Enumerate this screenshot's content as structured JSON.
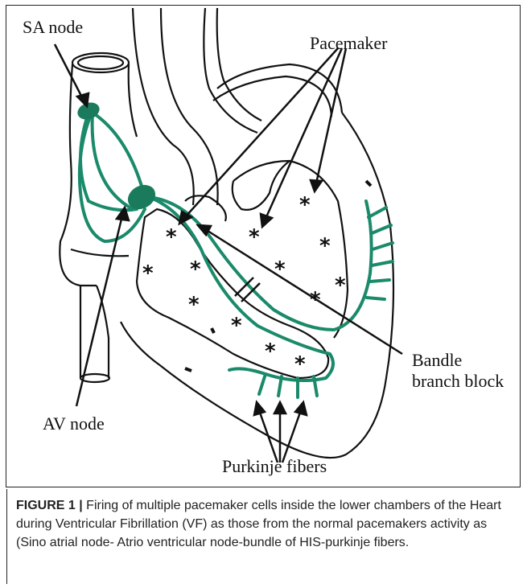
{
  "labels": {
    "sa_node": "SA node",
    "av_node": "AV node",
    "pacemaker": "Pacemaker",
    "bundle_block_line1": "Bandle",
    "bundle_block_line2": "branch block",
    "purkinje": "Purkinje fibers"
  },
  "star_glyph": "*",
  "caption": {
    "label": "FIGURE 1 |",
    "text": " Firing of multiple pacemaker cells inside the lower chambers of the Heart during Ventricular Fibrillation (VF) as those from the normal pacemakers activity as (Sino atrial node- Atrio ventricular node-bundle of HIS-purkinje fibers."
  },
  "colors": {
    "conduction": "#1a8a6a",
    "outline": "#111111"
  }
}
